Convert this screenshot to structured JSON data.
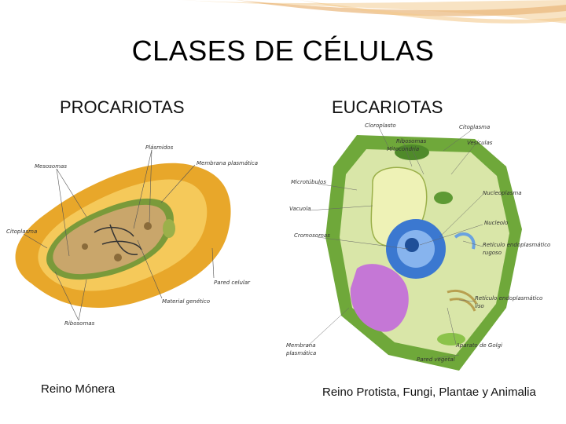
{
  "slide": {
    "title": "CLASES DE CÉLULAS",
    "left_heading": "PROCARIOTAS",
    "right_heading": "EUCARIOTAS",
    "left_caption": "Reino Mónera",
    "right_caption": "Reino Protista, Fungi, Plantae  y Animalia"
  },
  "prokaryote_labels": {
    "plasmids": "Plásmidos",
    "mesosomes": "Mesosomas",
    "membrane": "Membrana plasmática",
    "cytoplasm": "Citoplasma",
    "cell_wall": "Pared celular",
    "genetic_material": "Material genético",
    "ribosomes": "Ribosomas"
  },
  "eukaryote_labels": {
    "chloroplast": "Cloroplasto",
    "cytoplasm": "Citoplasma",
    "ribosomes": "Ribosomas",
    "vesicles": "Vesículas",
    "mitochondria": "Mitocondria",
    "microtubules": "Microtúbulos",
    "nucleoplasm": "Nucleoplasma",
    "vacuole": "Vacuola",
    "nucleolus": "Nucleolo",
    "chromosomes": "Cromosomas",
    "rough_er_1": "Retículo endoplasmático",
    "rough_er_2": "rugoso",
    "smooth_er_1": "Retículo endoplasmático",
    "smooth_er_2": "liso",
    "membrane_1": "Membrana",
    "membrane_2": "plasmática",
    "golgi": "Aparato de Golgi",
    "cell_wall": "Pared vegetal"
  },
  "colors": {
    "accent_swoosh": "#e9b77a",
    "cell_wall_yellow": "#f2b431",
    "plant_cell_green": "#7cb342",
    "vacuole": "#e8f0a0",
    "nucleus": "#4a86d8",
    "golgi": "#c277d6"
  }
}
